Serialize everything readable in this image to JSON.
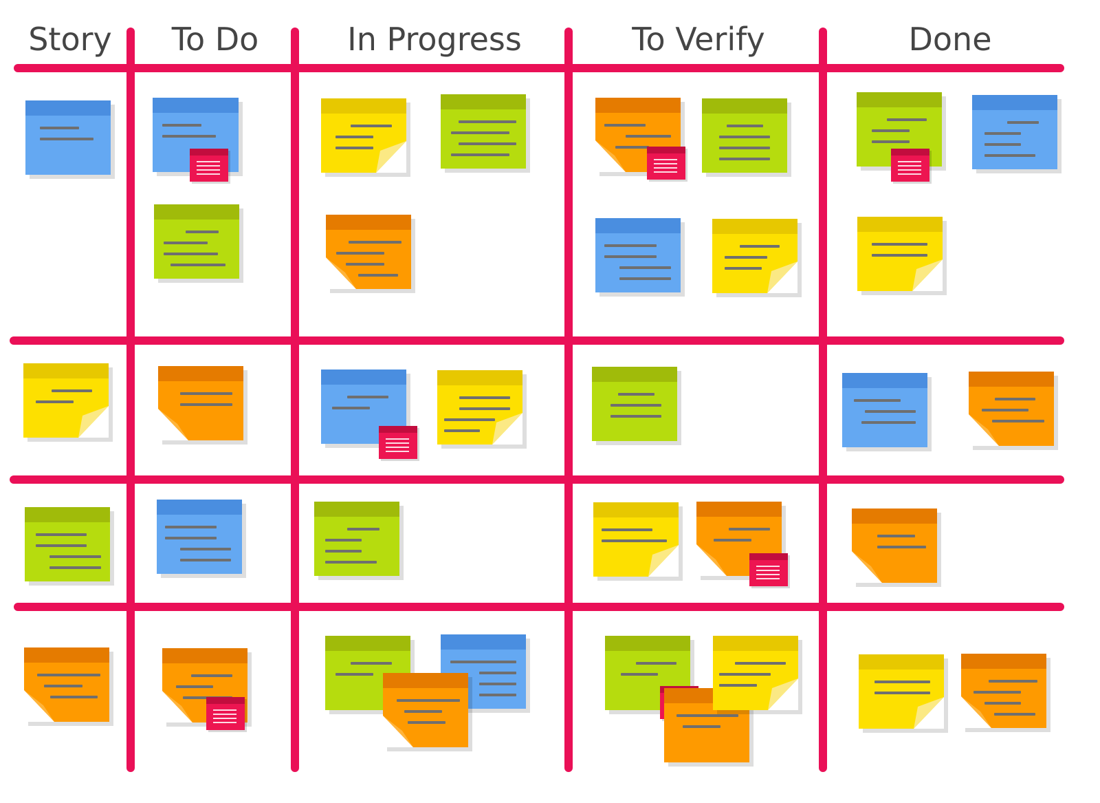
{
  "columns": [
    {
      "title": "Story"
    },
    {
      "title": "To Do"
    },
    {
      "title": "In Progress"
    },
    {
      "title": "To Verify"
    },
    {
      "title": "Done"
    }
  ],
  "palette": {
    "divider": "#ea1057",
    "blue": {
      "body": "#64a8f2",
      "head": "#4a8ee0"
    },
    "green": {
      "body": "#b6dc0e",
      "head": "#a0bb0a"
    },
    "yellow": {
      "body": "#fde000",
      "head": "#e7c800",
      "curl": "#fbe984"
    },
    "orange": {
      "body": "#fe9a00",
      "head": "#e57b00",
      "curl": "#ffb43a"
    },
    "red": {
      "body": "#ed1551",
      "head": "#c20d3e"
    }
  },
  "board": {
    "lanes": 4,
    "cards": [
      {
        "id": "story-1",
        "color": "blue",
        "column": "Story",
        "lane": 1
      },
      {
        "id": "story-2",
        "color": "yellow",
        "column": "Story",
        "lane": 2
      },
      {
        "id": "story-3",
        "color": "green",
        "column": "Story",
        "lane": 3
      },
      {
        "id": "story-4",
        "color": "orange",
        "column": "Story",
        "lane": 4
      },
      {
        "id": "todo-1a",
        "color": "blue",
        "column": "To Do",
        "lane": 1,
        "flag": true
      },
      {
        "id": "todo-1b",
        "color": "green",
        "column": "To Do",
        "lane": 1
      },
      {
        "id": "todo-2",
        "color": "orange",
        "column": "To Do",
        "lane": 2
      },
      {
        "id": "todo-3",
        "color": "blue",
        "column": "To Do",
        "lane": 3
      },
      {
        "id": "todo-4",
        "color": "orange",
        "column": "To Do",
        "lane": 4,
        "flag": true
      },
      {
        "id": "prog-1a",
        "color": "yellow",
        "column": "In Progress",
        "lane": 1
      },
      {
        "id": "prog-1b",
        "color": "green",
        "column": "In Progress",
        "lane": 1
      },
      {
        "id": "prog-1c",
        "color": "orange",
        "column": "In Progress",
        "lane": 1
      },
      {
        "id": "prog-2a",
        "color": "blue",
        "column": "In Progress",
        "lane": 2,
        "flag": true
      },
      {
        "id": "prog-2b",
        "color": "yellow",
        "column": "In Progress",
        "lane": 2
      },
      {
        "id": "prog-3",
        "color": "green",
        "column": "In Progress",
        "lane": 3
      },
      {
        "id": "prog-4a",
        "color": "green",
        "column": "In Progress",
        "lane": 4
      },
      {
        "id": "prog-4b",
        "color": "blue",
        "column": "In Progress",
        "lane": 4
      },
      {
        "id": "prog-4c",
        "color": "orange",
        "column": "In Progress",
        "lane": 4
      },
      {
        "id": "verify-1a",
        "color": "orange",
        "column": "To Verify",
        "lane": 1,
        "flag": true
      },
      {
        "id": "verify-1b",
        "color": "green",
        "column": "To Verify",
        "lane": 1
      },
      {
        "id": "verify-1c",
        "color": "blue",
        "column": "To Verify",
        "lane": 1
      },
      {
        "id": "verify-1d",
        "color": "yellow",
        "column": "To Verify",
        "lane": 1
      },
      {
        "id": "verify-2",
        "color": "green",
        "column": "To Verify",
        "lane": 2
      },
      {
        "id": "verify-3a",
        "color": "yellow",
        "column": "To Verify",
        "lane": 3
      },
      {
        "id": "verify-3b",
        "color": "orange",
        "column": "To Verify",
        "lane": 3,
        "flag": true
      },
      {
        "id": "verify-4a",
        "color": "green",
        "column": "To Verify",
        "lane": 4,
        "flag": true
      },
      {
        "id": "verify-4b",
        "color": "orange",
        "column": "To Verify",
        "lane": 4
      },
      {
        "id": "verify-4c",
        "color": "yellow",
        "column": "To Verify",
        "lane": 4
      },
      {
        "id": "done-1a",
        "color": "green",
        "column": "Done",
        "lane": 1,
        "flag": true
      },
      {
        "id": "done-1b",
        "color": "blue",
        "column": "Done",
        "lane": 1
      },
      {
        "id": "done-1c",
        "color": "yellow",
        "column": "Done",
        "lane": 1
      },
      {
        "id": "done-2a",
        "color": "blue",
        "column": "Done",
        "lane": 2
      },
      {
        "id": "done-2b",
        "color": "orange",
        "column": "Done",
        "lane": 2
      },
      {
        "id": "done-3",
        "color": "orange",
        "column": "Done",
        "lane": 3
      },
      {
        "id": "done-4a",
        "color": "yellow",
        "column": "Done",
        "lane": 4
      },
      {
        "id": "done-4b",
        "color": "orange",
        "column": "Done",
        "lane": 4
      }
    ]
  }
}
